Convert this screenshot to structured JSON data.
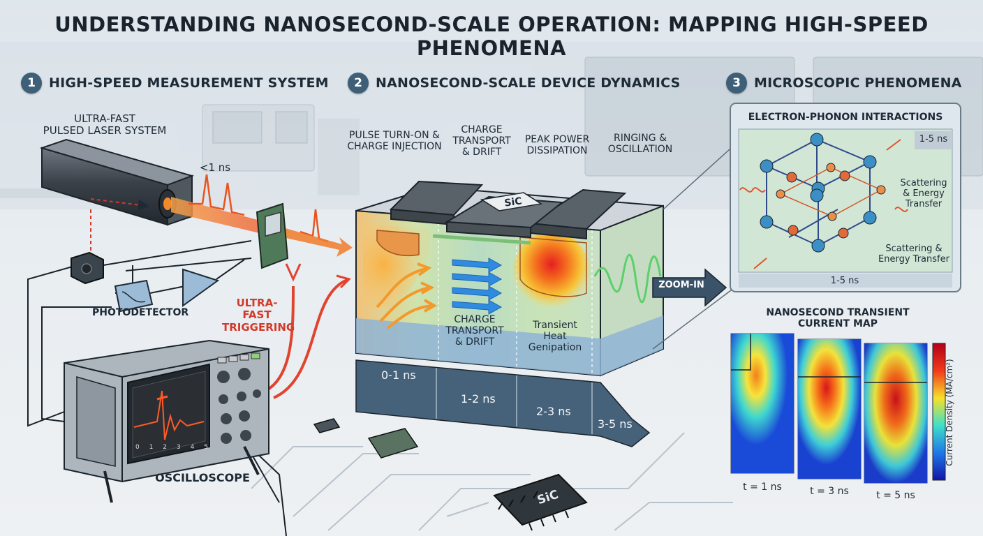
{
  "title": "UNDERSTANDING NANOSECOND-SCALE OPERATION: MAPPING HIGH-SPEED PHENOMENA",
  "sections": [
    {
      "num": "1",
      "label": "HIGH-SPEED MEASUREMENT SYSTEM"
    },
    {
      "num": "2",
      "label": "NANOSECOND-SCALE DEVICE DYNAMICS"
    },
    {
      "num": "3",
      "label": "MICROSCOPIC PHENOMENA"
    }
  ],
  "measurement": {
    "laser_line1": "ULTRA-FAST",
    "laser_line2": "PULSED LASER SYSTEM",
    "pulse_width": "<1 ns",
    "photodetector": "PHOTODETECTOR",
    "triggering_line1": "ULTRA-FAST",
    "triggering_line2": "TRIGGERING",
    "oscilloscope": "OSCILLOSCOPE",
    "scope_ticks": [
      "0",
      "1",
      "2",
      "3",
      "4",
      "5"
    ]
  },
  "dynamics": {
    "stage_labels": [
      {
        "l1": "PULSE TURN-ON &",
        "l2": "CHARGE INJECTION"
      },
      {
        "l1": "CHARGE",
        "l2": "TRANSPORT",
        "l3": "& DRIFT"
      },
      {
        "l1": "PEAK POWER",
        "l2": "DISSIPATION"
      },
      {
        "l1": "RINGING &",
        "l2": "OSCILLATION"
      }
    ],
    "chip_label": "SiC",
    "inner_transport": {
      "l1": "CHARGE",
      "l2": "TRANSPORT",
      "l3": "& DRIFT"
    },
    "inner_heat": {
      "l1": "Transient",
      "l2": "Heat",
      "l3": "Genipation"
    },
    "timeline": [
      "0-1 ns",
      "1-2 ns",
      "2-3 ns",
      "3-5 ns"
    ],
    "zoom": "ZOOM-IN",
    "board_chip": "SiC"
  },
  "micro": {
    "box_title": "ELECTRON-PHONON INTERACTIONS",
    "badge": "1-5 ns",
    "note1_l1": "Scattering",
    "note1_l2": "& Energy",
    "note1_l3": "Transfer",
    "note2_l1": "Scattering &",
    "note2_l2": "Energy Transfer",
    "box_footer": "1-5 ns",
    "map_title_l1": "NANOSECOND TRANSIENT",
    "map_title_l2": "CURRENT MAP",
    "map_times": [
      "t = 1 ns",
      "t = 3 ns",
      "t = 5 ns"
    ],
    "colorbar_label": "Current Density (MA/cm²)"
  },
  "colors": {
    "accent_red": "#d23a2a",
    "section_badge": "#3d5f78",
    "timeline_band": "#45627a"
  }
}
